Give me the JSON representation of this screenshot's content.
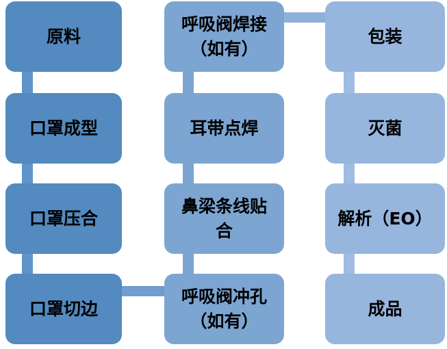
{
  "flowchart": {
    "text_color": "#000000",
    "background_color": "#FFFFFF",
    "columns": [
      {
        "box_color": "#538ABF",
        "connector_color": "#5E94C8",
        "steps": [
          "原料",
          "口罩成型",
          "口罩压合",
          "口罩切边"
        ]
      },
      {
        "box_color": "#7CA5D2",
        "connector_color": "#7CA5D2",
        "steps": [
          "呼吸阀焊接\n（如有）",
          "耳带点焊",
          "鼻梁条线贴\n合",
          "呼吸阀冲孔\n（如有）"
        ]
      },
      {
        "box_color": "#97B6DE",
        "connector_color": "#9FBCE2",
        "steps": [
          "包装",
          "灭菌",
          "解析（EO）",
          "成品"
        ]
      }
    ],
    "cross_connectors": [
      {
        "from": "口罩切边",
        "to": "呼吸阀冲孔（如有）",
        "color": "#6E9DCE"
      },
      {
        "from": "呼吸阀焊接（如有）",
        "to": "包装",
        "color": "#8FB0DA"
      }
    ]
  }
}
